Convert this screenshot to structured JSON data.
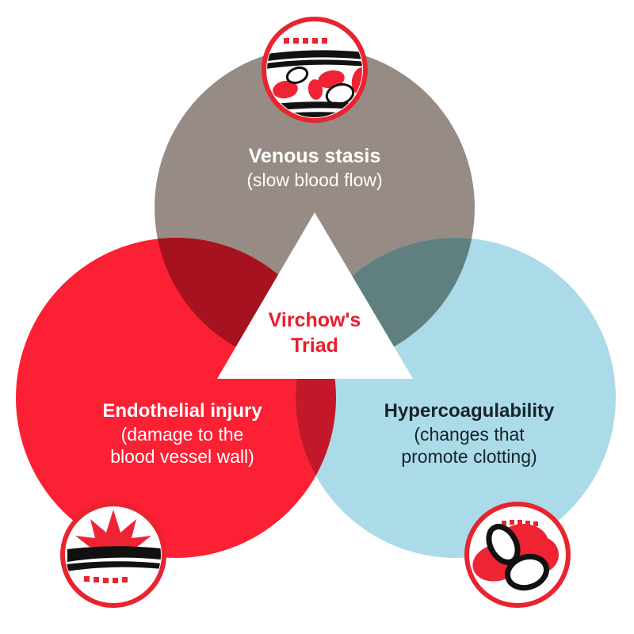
{
  "diagram": {
    "type": "venn-3-circle",
    "center_label": {
      "line1": "Virchow's",
      "line2": "Triad",
      "color": "#eb1c2d"
    },
    "background": "#ffffff",
    "circles": [
      {
        "id": "venous-stasis",
        "position": "top",
        "title": "Venous stasis",
        "subtitle": "(slow blood flow)",
        "fill": "#978b85",
        "text_color": "#ffffff",
        "icon": "blood-vessel-slow-flow-icon"
      },
      {
        "id": "endothelial-injury",
        "position": "bottom-left",
        "title": "Endothelial injury",
        "subtitle_line1": "(damage to the",
        "subtitle_line2": "blood vessel wall)",
        "fill": "#fb2033",
        "text_color": "#ffffff",
        "icon": "vessel-wall-injury-icon"
      },
      {
        "id": "hypercoagulability",
        "position": "bottom-right",
        "title": "Hypercoagulability",
        "subtitle_line1": "(changes that",
        "subtitle_line2": "promote clotting)",
        "fill": "#abdbe8",
        "text_color": "#17232b",
        "icon": "blood-clot-cells-icon"
      }
    ],
    "overlaps": [
      {
        "id": "stasis-injury",
        "between": [
          "venous-stasis",
          "endothelial-injury"
        ],
        "fill": "#a61220"
      },
      {
        "id": "stasis-hyper",
        "between": [
          "venous-stasis",
          "hypercoagulability"
        ],
        "fill": "#60807f"
      },
      {
        "id": "injury-hyper",
        "between": [
          "endothelial-injury",
          "hypercoagulability"
        ],
        "fill": "#c31829"
      },
      {
        "id": "center-triad",
        "between": [
          "venous-stasis",
          "endothelial-injury",
          "hypercoagulability"
        ],
        "fill": "#ffffff"
      }
    ],
    "badges": [
      {
        "id": "badge-top",
        "icon": "blood-vessel-slow-flow-icon",
        "ring_color": "#e8242f",
        "face_color": "#ffffff"
      },
      {
        "id": "badge-bottom-left",
        "icon": "vessel-wall-injury-icon",
        "ring_color": "#e8242f",
        "face_color": "#ffffff"
      },
      {
        "id": "badge-bottom-right",
        "icon": "blood-clot-cells-icon",
        "ring_color": "#e8242f",
        "face_color": "#ffffff"
      }
    ]
  }
}
